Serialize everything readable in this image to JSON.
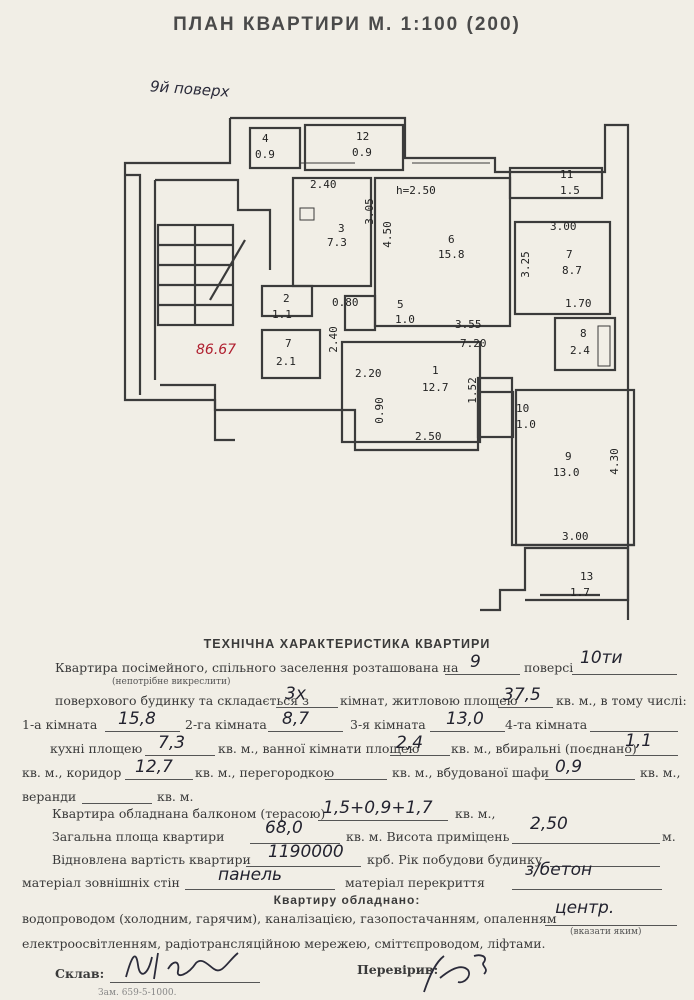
{
  "title": "ПЛАН КВАРТИРИ М. 1:100 (200)",
  "floor_note": "9й поверх",
  "plan": {
    "rooms": [
      {
        "num": "4",
        "area": "0.9"
      },
      {
        "num": "12",
        "area": "0.9"
      },
      {
        "num": "11",
        "area": "1.5"
      },
      {
        "num": "3",
        "area": "7.3"
      },
      {
        "num": "6",
        "area": "15.8"
      },
      {
        "num": "7",
        "area": "8.7"
      },
      {
        "num": "5",
        "area": "1.0"
      },
      {
        "num": "2",
        "area": "1.1"
      },
      {
        "num": "8",
        "area": "2.4"
      },
      {
        "num": "7",
        "area": "2.1"
      },
      {
        "num": "1",
        "area": "12.7"
      },
      {
        "num": "10",
        "area": "1.0"
      },
      {
        "num": "9",
        "area": "13.0"
      },
      {
        "num": "13",
        "area": "1.7"
      }
    ],
    "dims": [
      "2.40",
      "3.05",
      "4.50",
      "h=2.50",
      "3.00",
      "3.25",
      "1.70",
      "3.55",
      "7.20",
      "0.80",
      "2.40",
      "2.20",
      "1.52",
      "0.90",
      "2.50",
      "4.30",
      "3.00"
    ],
    "total_mark": "86.67"
  },
  "tech": {
    "heading": "ТЕХНІЧНА ХАРАКТЕРИСТИКА КВАРТИРИ",
    "l1a": "Квартира посімейного, спільного заселення розташована на",
    "floor": "9",
    "l1b": "поверсі",
    "floors_total": "10ти",
    "l1note": "(непотрібне викреслити)",
    "l2a": "поверхового будинку та складається з",
    "rooms_count": "3х",
    "l2b": "кімнат, житловою площею",
    "living_area": "37,5",
    "l2c": "кв. м., в тому числі:",
    "r1_label": "1-а кімната",
    "r1": "15,8",
    "r2_label": "2-га кімната",
    "r2": "8,7",
    "r3_label": "3-я кімната",
    "r3": "13,0",
    "r4_label": "4-та кімната",
    "l4a": "кухні площею",
    "kitchen": "7,3",
    "l4b": "кв. м., ванної кімнати площею",
    "bath": "2,4",
    "l4c": "кв. м., вбиральні (поєднано)",
    "toilet": "1,1",
    "l5a": "кв. м., коридор",
    "corridor": "12,7",
    "l5b": "кв. м., перегородкою",
    "l5c": "кв. м., вбудованої шафи",
    "wardrobe": "0,9",
    "l5d": "кв. м.,",
    "l6a": "веранди",
    "l6b": "кв. м.",
    "l7a": "Квартира обладнана балконом (терасою)",
    "balcony": "1,5+0,9+1,7",
    "l7b": "кв. м.,",
    "l8a": "Загальна площа квартири",
    "total_area": "68,0",
    "l8b": "кв. м. Висота приміщень",
    "height": "2,50",
    "l8c": "м.",
    "l9a": "Відновлена вартість квартири",
    "cost": "1190000",
    "l9b": "крб. Рік побудови будинку",
    "l10a": "матеріал зовнішніх стін",
    "walls": "панель",
    "l10b": "матеріал перекриття",
    "slab": "з/бетон",
    "l11": "Квартиру обладнано:",
    "l12a": "водопроводом (холодним, гарячим), каналізацією, газопостачанням, опаленням",
    "heating": "центр.",
    "l12note": "(вказати яким)",
    "l13": "електроосвітленням, радіотрансляційною мережею, сміттєпроводом, ліфтами.",
    "compiled_label": "Склав:",
    "checked_label": "Перевірив:",
    "footer": "Зам. 659-5-1000."
  }
}
